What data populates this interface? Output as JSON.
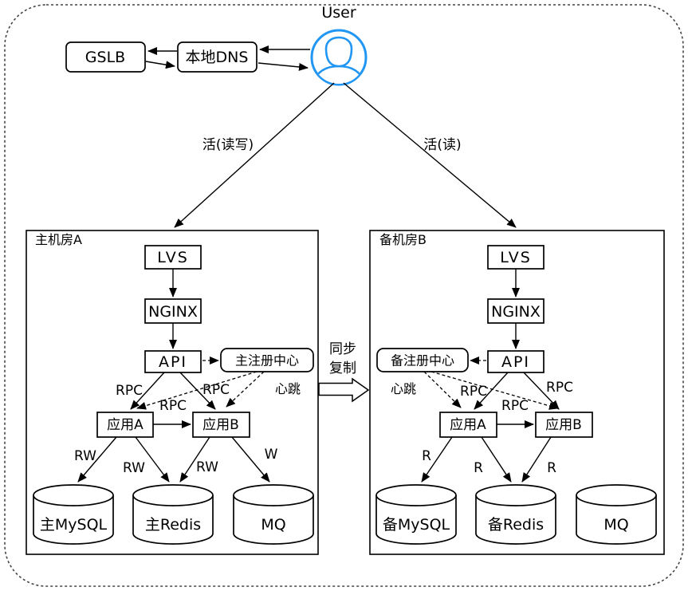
{
  "colors": {
    "accent": "#2196f3",
    "ink": "#000000",
    "frame": "#444444"
  },
  "user": {
    "label": "User"
  },
  "dns": {
    "gslb": "GSLB",
    "local_dns": "本地DNS"
  },
  "routes": {
    "active_rw": "活(读写)",
    "active_r": "活(读)",
    "sync_line1": "同步",
    "sync_line2": "复制"
  },
  "dc_a": {
    "title": "主机房A",
    "lvs": "LVS",
    "nginx": "NGINX",
    "api": "API",
    "registry": "主注册中心",
    "heartbeat": "心跳",
    "rpc_api_a": "RPC",
    "rpc_api_b": "RPC",
    "rpc_a_b": "RPC",
    "app_a": "应用A",
    "app_b": "应用B",
    "rw_mysql": "RW",
    "rw_redis_a": "RW",
    "rw_redis_b": "RW",
    "w_mq": "W",
    "mysql": "主MySQL",
    "redis": "主Redis",
    "mq": "MQ"
  },
  "dc_b": {
    "title": "备机房B",
    "lvs": "LVS",
    "nginx": "NGINX",
    "api": "API",
    "registry": "备注册中心",
    "heartbeat": "心跳",
    "rpc_api_a": "RPC",
    "rpc_api_b": "RPC",
    "rpc_a_b": "RPC",
    "app_a": "应用A",
    "app_b": "应用B",
    "r_mysql": "R",
    "r_redis_a": "R",
    "r_redis_b": "R",
    "mysql": "备MySQL",
    "redis": "备Redis",
    "mq": "MQ"
  }
}
